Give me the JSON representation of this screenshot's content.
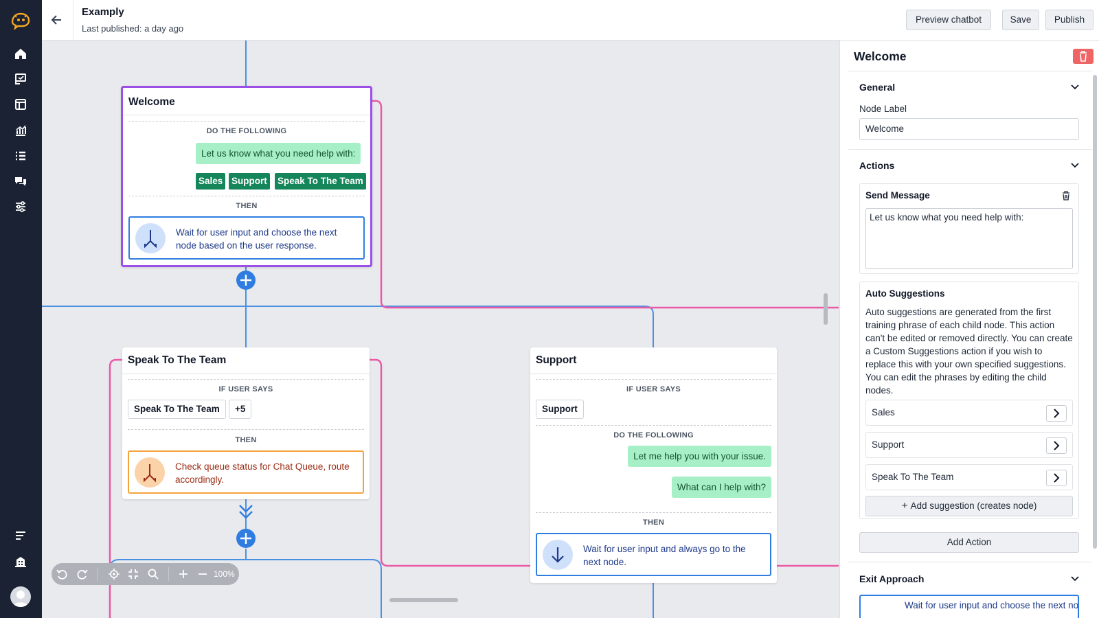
{
  "topbar": {
    "title": "Examply",
    "subtitle": "Last published: a day ago",
    "preview_label": "Preview chatbot",
    "save_label": "Save",
    "publish_label": "Publish"
  },
  "nodes": {
    "welcome": {
      "title": "Welcome",
      "do_label": "DO THE FOLLOWING",
      "message": "Let us know what you need help with:",
      "chips": [
        "Sales",
        "Support",
        "Speak To The Team"
      ],
      "then_label": "THEN",
      "then_text": "Wait for user input and choose the next node based on the user response."
    },
    "speak": {
      "title": "Speak To The Team",
      "if_label": "IF USER SAYS",
      "phrase": "Speak To The Team",
      "more": "+5",
      "then_label": "THEN",
      "then_text": "Check queue status for Chat Queue, route accordingly."
    },
    "support": {
      "title": "Support",
      "if_label": "IF USER SAYS",
      "phrase": "Support",
      "do_label": "DO THE FOLLOWING",
      "messages": [
        "Let me help you with your issue.",
        "What can I help with?"
      ],
      "then_label": "THEN",
      "then_text": "Wait for user input and always go to the next node."
    }
  },
  "zoom": {
    "level": "100%"
  },
  "panel": {
    "title": "Welcome",
    "general": {
      "title": "General",
      "node_label_caption": "Node Label",
      "node_label_value": "Welcome"
    },
    "actions": {
      "title": "Actions",
      "send_message_title": "Send Message",
      "send_message_text": "Let us know what you need help with:",
      "auto_title": "Auto Suggestions",
      "auto_desc": "Auto suggestions are generated from the first training phrase of each child node. This action can't be edited or removed directly. You can create a Custom Suggestions action if you wish to replace this with your own specified suggestions. You can edit the phrases by editing the child nodes.",
      "suggestions": [
        "Sales",
        "Support",
        "Speak To The Team"
      ],
      "add_suggestion_label": "Add suggestion (creates node)",
      "add_action_label": "Add Action"
    },
    "exit": {
      "title": "Exit Approach",
      "partial_text": "Wait for user input and choose the next node"
    }
  },
  "colors": {
    "nav_bg": "#1a2233",
    "accent_blue": "#2f7de1",
    "selected_purple": "#9b4fe6",
    "link_pink": "#ea5aa6",
    "chip_green": "#14865a",
    "bubble_green": "#a7f0c7",
    "danger_red": "#ef6464"
  }
}
